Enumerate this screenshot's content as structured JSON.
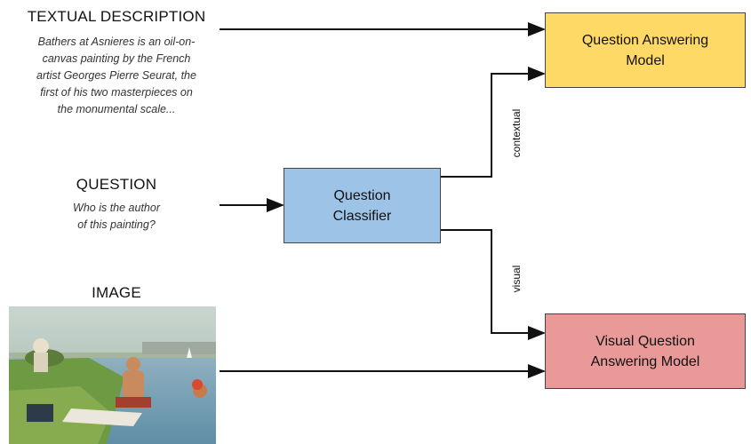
{
  "inputs": {
    "textual": {
      "heading": "TEXTUAL DESCRIPTION",
      "lines": [
        "Bathers at Asnieres is an oil-on-",
        "canvas painting by the French",
        "artist Georges Pierre Seurat, the",
        "first of his two masterpieces on",
        "the monumental scale..."
      ]
    },
    "question": {
      "heading": "QUESTION",
      "lines": [
        "Who is the author",
        "of this painting?"
      ]
    },
    "image": {
      "heading": "IMAGE"
    }
  },
  "boxes": {
    "classifier": {
      "lines": [
        "Question",
        "Classifier"
      ],
      "color": "#9dc3e6"
    },
    "qa": {
      "lines": [
        "Question Answering",
        "Model"
      ],
      "color": "#ffd966"
    },
    "vqa": {
      "lines": [
        "Visual Question",
        "Answering Model"
      ],
      "color": "#ea9999"
    }
  },
  "edges": {
    "contextual": "contextual",
    "visual": "visual"
  }
}
